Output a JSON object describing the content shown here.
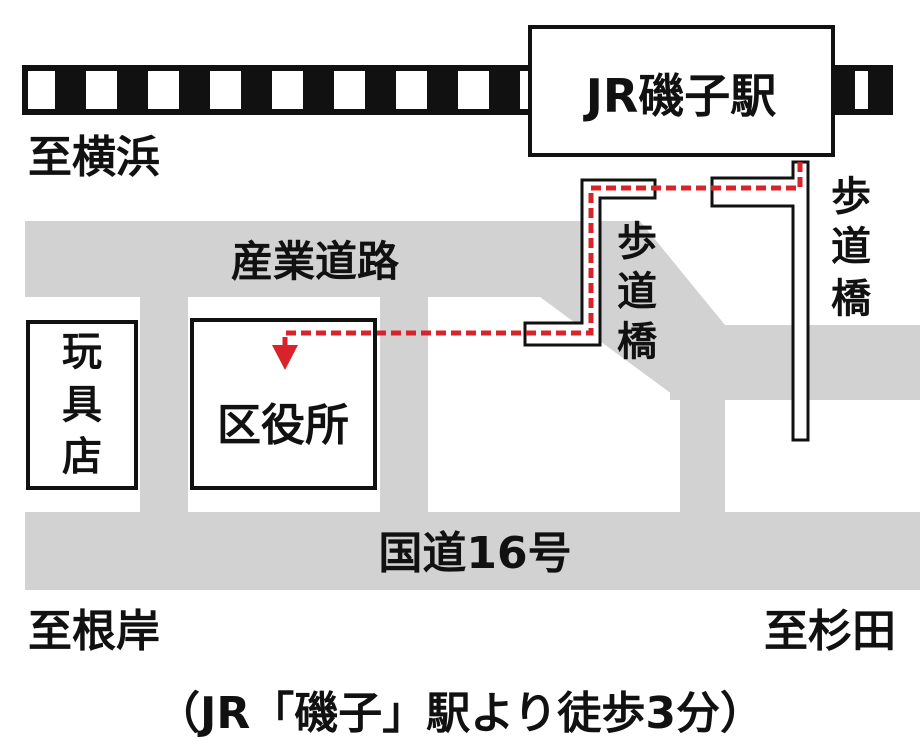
{
  "colors": {
    "road": "#d2d2d2",
    "line": "#111111",
    "background": "#ffffff",
    "route": "#d8232a"
  },
  "station": {
    "name": "JR磯子駅"
  },
  "directions": {
    "yokohama": "至横浜",
    "negishi": "至根岸",
    "sugita": "至杉田"
  },
  "roads": {
    "industrial_road": "産業道路",
    "route16": "国道16号"
  },
  "buildings": {
    "toy_store": [
      "玩",
      "具",
      "店"
    ],
    "ward_office": "区役所"
  },
  "bridges": {
    "left": [
      "歩",
      "道",
      "橋"
    ],
    "right": [
      "歩",
      "道",
      "橋"
    ]
  },
  "caption": "（JR「磯子」駅より徒歩3分）",
  "icons": {
    "destination": "red-down-arrow-icon"
  }
}
